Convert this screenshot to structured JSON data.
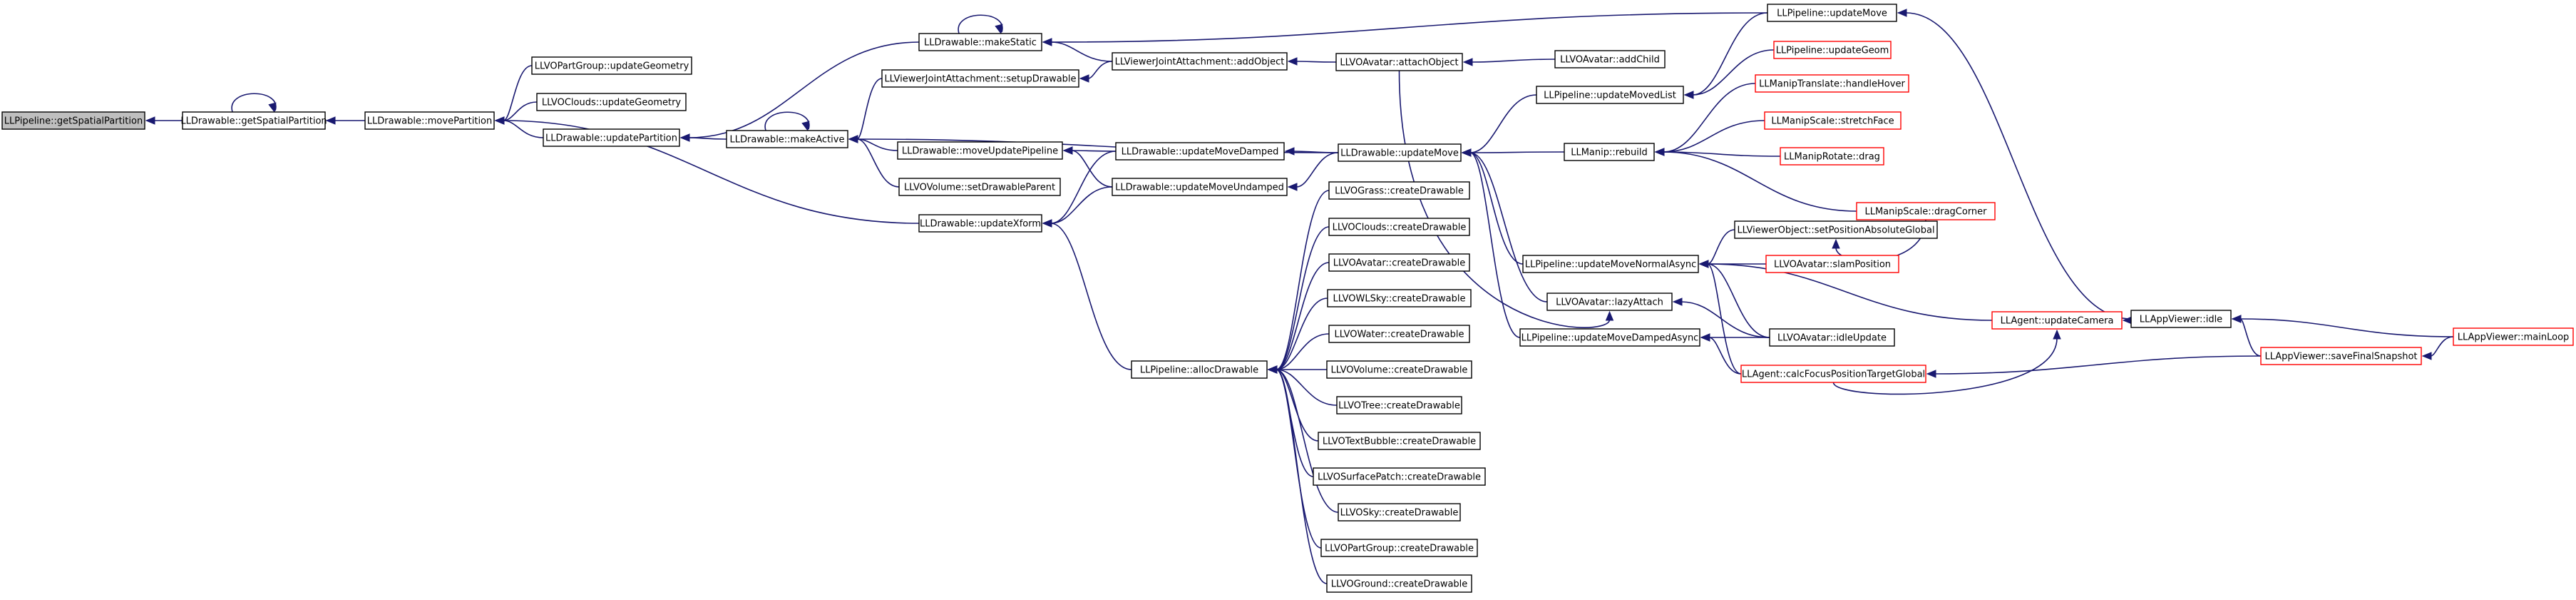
{
  "graph": {
    "nodes": [
      {
        "id": "getSpatialPartition_pipeline",
        "label": "LLPipeline::getSpatialPartition",
        "style": "root"
      },
      {
        "id": "getSpatialPartition_drawable",
        "label": "LLDrawable::getSpatialPartition",
        "style": "normal"
      },
      {
        "id": "movePartition",
        "label": "LLDrawable::movePartition",
        "style": "normal"
      },
      {
        "id": "partgroup_updateGeometry",
        "label": "LLVOPartGroup::updateGeometry",
        "style": "normal"
      },
      {
        "id": "clouds_updateGeometry",
        "label": "LLVOClouds::updateGeometry",
        "style": "normal"
      },
      {
        "id": "updatePartition",
        "label": "LLDrawable::updatePartition",
        "style": "normal"
      },
      {
        "id": "updateXform",
        "label": "LLDrawable::updateXform",
        "style": "normal"
      },
      {
        "id": "makeStatic",
        "label": "LLDrawable::makeStatic",
        "style": "normal"
      },
      {
        "id": "setupDrawable",
        "label": "LLViewerJointAttachment::setupDrawable",
        "style": "normal"
      },
      {
        "id": "makeActive",
        "label": "LLDrawable::makeActive",
        "style": "normal"
      },
      {
        "id": "moveUpdatePipeline",
        "label": "LLDrawable::moveUpdatePipeline",
        "style": "normal"
      },
      {
        "id": "setDrawableParent",
        "label": "LLVOVolume::setDrawableParent",
        "style": "normal"
      },
      {
        "id": "addObject",
        "label": "LLViewerJointAttachment::addObject",
        "style": "normal"
      },
      {
        "id": "updateMoveDamped",
        "label": "LLDrawable::updateMoveDamped",
        "style": "normal"
      },
      {
        "id": "updateMoveUndamped",
        "label": "LLDrawable::updateMoveUndamped",
        "style": "normal"
      },
      {
        "id": "allocDrawable",
        "label": "LLPipeline::allocDrawable",
        "style": "normal"
      },
      {
        "id": "attachObject",
        "label": "LLVOAvatar::attachObject",
        "style": "normal"
      },
      {
        "id": "updateMove_drawable",
        "label": "LLDrawable::updateMove",
        "style": "normal"
      },
      {
        "id": "grass_create",
        "label": "LLVOGrass::createDrawable",
        "style": "normal"
      },
      {
        "id": "clouds_create",
        "label": "LLVOClouds::createDrawable",
        "style": "normal"
      },
      {
        "id": "avatar_create",
        "label": "LLVOAvatar::createDrawable",
        "style": "normal"
      },
      {
        "id": "wlsky_create",
        "label": "LLVOWLSky::createDrawable",
        "style": "normal"
      },
      {
        "id": "water_create",
        "label": "LLVOWater::createDrawable",
        "style": "normal"
      },
      {
        "id": "volume_create",
        "label": "LLVOVolume::createDrawable",
        "style": "normal"
      },
      {
        "id": "tree_create",
        "label": "LLVOTree::createDrawable",
        "style": "normal"
      },
      {
        "id": "textbubble_create",
        "label": "LLVOTextBubble::createDrawable",
        "style": "normal"
      },
      {
        "id": "surfacepatch_create",
        "label": "LLVOSurfacePatch::createDrawable",
        "style": "normal"
      },
      {
        "id": "sky_create",
        "label": "LLVOSky::createDrawable",
        "style": "normal"
      },
      {
        "id": "partgroup_create",
        "label": "LLVOPartGroup::createDrawable",
        "style": "normal"
      },
      {
        "id": "ground_create",
        "label": "LLVOGround::createDrawable",
        "style": "normal"
      },
      {
        "id": "addChild",
        "label": "LLVOAvatar::addChild",
        "style": "normal"
      },
      {
        "id": "updateMovedList",
        "label": "LLPipeline::updateMovedList",
        "style": "normal"
      },
      {
        "id": "manip_rebuild",
        "label": "LLManip::rebuild",
        "style": "normal"
      },
      {
        "id": "updateMoveNormalAsync",
        "label": "LLPipeline::updateMoveNormalAsync",
        "style": "normal"
      },
      {
        "id": "lazyAttach",
        "label": "LLVOAvatar::lazyAttach",
        "style": "normal"
      },
      {
        "id": "updateMoveDampedAsync",
        "label": "LLPipeline::updateMoveDampedAsync",
        "style": "normal"
      },
      {
        "id": "pipeline_updateMove",
        "label": "LLPipeline::updateMove",
        "style": "normal"
      },
      {
        "id": "updateGeom",
        "label": "LLPipeline::updateGeom",
        "style": "red"
      },
      {
        "id": "handleHover",
        "label": "LLManipTranslate::handleHover",
        "style": "red"
      },
      {
        "id": "stretchFace",
        "label": "LLManipScale::stretchFace",
        "style": "red"
      },
      {
        "id": "rotate_drag",
        "label": "LLManipRotate::drag",
        "style": "red"
      },
      {
        "id": "dragCorner",
        "label": "LLManipScale::dragCorner",
        "style": "red"
      },
      {
        "id": "setPositionAbsoluteGlobal",
        "label": "LLViewerObject::setPositionAbsoluteGlobal",
        "style": "normal"
      },
      {
        "id": "slamPosition",
        "label": "LLVOAvatar::slamPosition",
        "style": "red"
      },
      {
        "id": "idleUpdate",
        "label": "LLVOAvatar::idleUpdate",
        "style": "normal"
      },
      {
        "id": "calcFocusPositionTargetGlobal",
        "label": "LLAgent::calcFocusPositionTargetGlobal",
        "style": "red"
      },
      {
        "id": "updateCamera",
        "label": "LLAgent::updateCamera",
        "style": "red"
      },
      {
        "id": "appviewer_idle",
        "label": "LLAppViewer::idle",
        "style": "normal"
      },
      {
        "id": "saveFinalSnapshot",
        "label": "LLAppViewer::saveFinalSnapshot",
        "style": "red"
      },
      {
        "id": "mainLoop",
        "label": "LLAppViewer::mainLoop",
        "style": "red"
      }
    ],
    "edges": [
      [
        "getSpatialPartition_drawable",
        "getSpatialPartition_pipeline"
      ],
      [
        "getSpatialPartition_drawable",
        "getSpatialPartition_drawable"
      ],
      [
        "movePartition",
        "getSpatialPartition_drawable"
      ],
      [
        "partgroup_updateGeometry",
        "movePartition"
      ],
      [
        "clouds_updateGeometry",
        "movePartition"
      ],
      [
        "updatePartition",
        "movePartition"
      ],
      [
        "updateXform",
        "movePartition"
      ],
      [
        "makeStatic",
        "updatePartition"
      ],
      [
        "makeStatic",
        "makeStatic"
      ],
      [
        "makeActive",
        "updatePartition"
      ],
      [
        "makeActive",
        "makeActive"
      ],
      [
        "setupDrawable",
        "makeActive"
      ],
      [
        "moveUpdatePipeline",
        "makeActive"
      ],
      [
        "setDrawableParent",
        "makeActive"
      ],
      [
        "updateMove_drawable",
        "makeActive"
      ],
      [
        "addObject",
        "makeStatic"
      ],
      [
        "addObject",
        "setupDrawable"
      ],
      [
        "attachObject",
        "addObject"
      ],
      [
        "addChild",
        "attachObject"
      ],
      [
        "pipeline_updateMove",
        "makeStatic"
      ],
      [
        "updateMoveDamped",
        "moveUpdatePipeline"
      ],
      [
        "updateMoveUndamped",
        "moveUpdatePipeline"
      ],
      [
        "updateMoveDamped",
        "updateXform"
      ],
      [
        "updateMoveUndamped",
        "updateXform"
      ],
      [
        "updateMove_drawable",
        "updateMoveDamped"
      ],
      [
        "updateMove_drawable",
        "updateMoveUndamped"
      ],
      [
        "allocDrawable",
        "updateXform"
      ],
      [
        "grass_create",
        "allocDrawable"
      ],
      [
        "clouds_create",
        "allocDrawable"
      ],
      [
        "avatar_create",
        "allocDrawable"
      ],
      [
        "wlsky_create",
        "allocDrawable"
      ],
      [
        "water_create",
        "allocDrawable"
      ],
      [
        "volume_create",
        "allocDrawable"
      ],
      [
        "tree_create",
        "allocDrawable"
      ],
      [
        "textbubble_create",
        "allocDrawable"
      ],
      [
        "surfacepatch_create",
        "allocDrawable"
      ],
      [
        "sky_create",
        "allocDrawable"
      ],
      [
        "partgroup_create",
        "allocDrawable"
      ],
      [
        "ground_create",
        "allocDrawable"
      ],
      [
        "updateMovedList",
        "updateMove_drawable"
      ],
      [
        "manip_rebuild",
        "updateMove_drawable"
      ],
      [
        "updateMoveNormalAsync",
        "updateMove_drawable"
      ],
      [
        "lazyAttach",
        "updateMove_drawable"
      ],
      [
        "updateMoveDampedAsync",
        "updateMove_drawable"
      ],
      [
        "pipeline_updateMove",
        "updateMovedList"
      ],
      [
        "updateGeom",
        "updateMovedList"
      ],
      [
        "handleHover",
        "manip_rebuild"
      ],
      [
        "stretchFace",
        "manip_rebuild"
      ],
      [
        "rotate_drag",
        "manip_rebuild"
      ],
      [
        "dragCorner",
        "manip_rebuild"
      ],
      [
        "setPositionAbsoluteGlobal",
        "updateMoveNormalAsync"
      ],
      [
        "slamPosition",
        "updateMoveNormalAsync"
      ],
      [
        "idleUpdate",
        "updateMoveNormalAsync"
      ],
      [
        "calcFocusPositionTargetGlobal",
        "updateMoveNormalAsync"
      ],
      [
        "updateCamera",
        "updateMoveNormalAsync"
      ],
      [
        "idleUpdate",
        "lazyAttach"
      ],
      [
        "idleUpdate",
        "updateMoveDampedAsync"
      ],
      [
        "calcFocusPositionTargetGlobal",
        "updateMoveDampedAsync"
      ],
      [
        "dragCorner",
        "setPositionAbsoluteGlobal"
      ],
      [
        "appviewer_idle",
        "updateCamera"
      ],
      [
        "calcFocusPositionTargetGlobal",
        "updateCamera"
      ],
      [
        "appviewer_idle",
        "pipeline_updateMove"
      ],
      [
        "mainLoop",
        "appviewer_idle"
      ],
      [
        "saveFinalSnapshot",
        "appviewer_idle"
      ],
      [
        "mainLoop",
        "saveFinalSnapshot"
      ],
      [
        "saveFinalSnapshot",
        "calcFocusPositionTargetGlobal"
      ],
      [
        "attachObject",
        "lazyAttach"
      ]
    ]
  }
}
